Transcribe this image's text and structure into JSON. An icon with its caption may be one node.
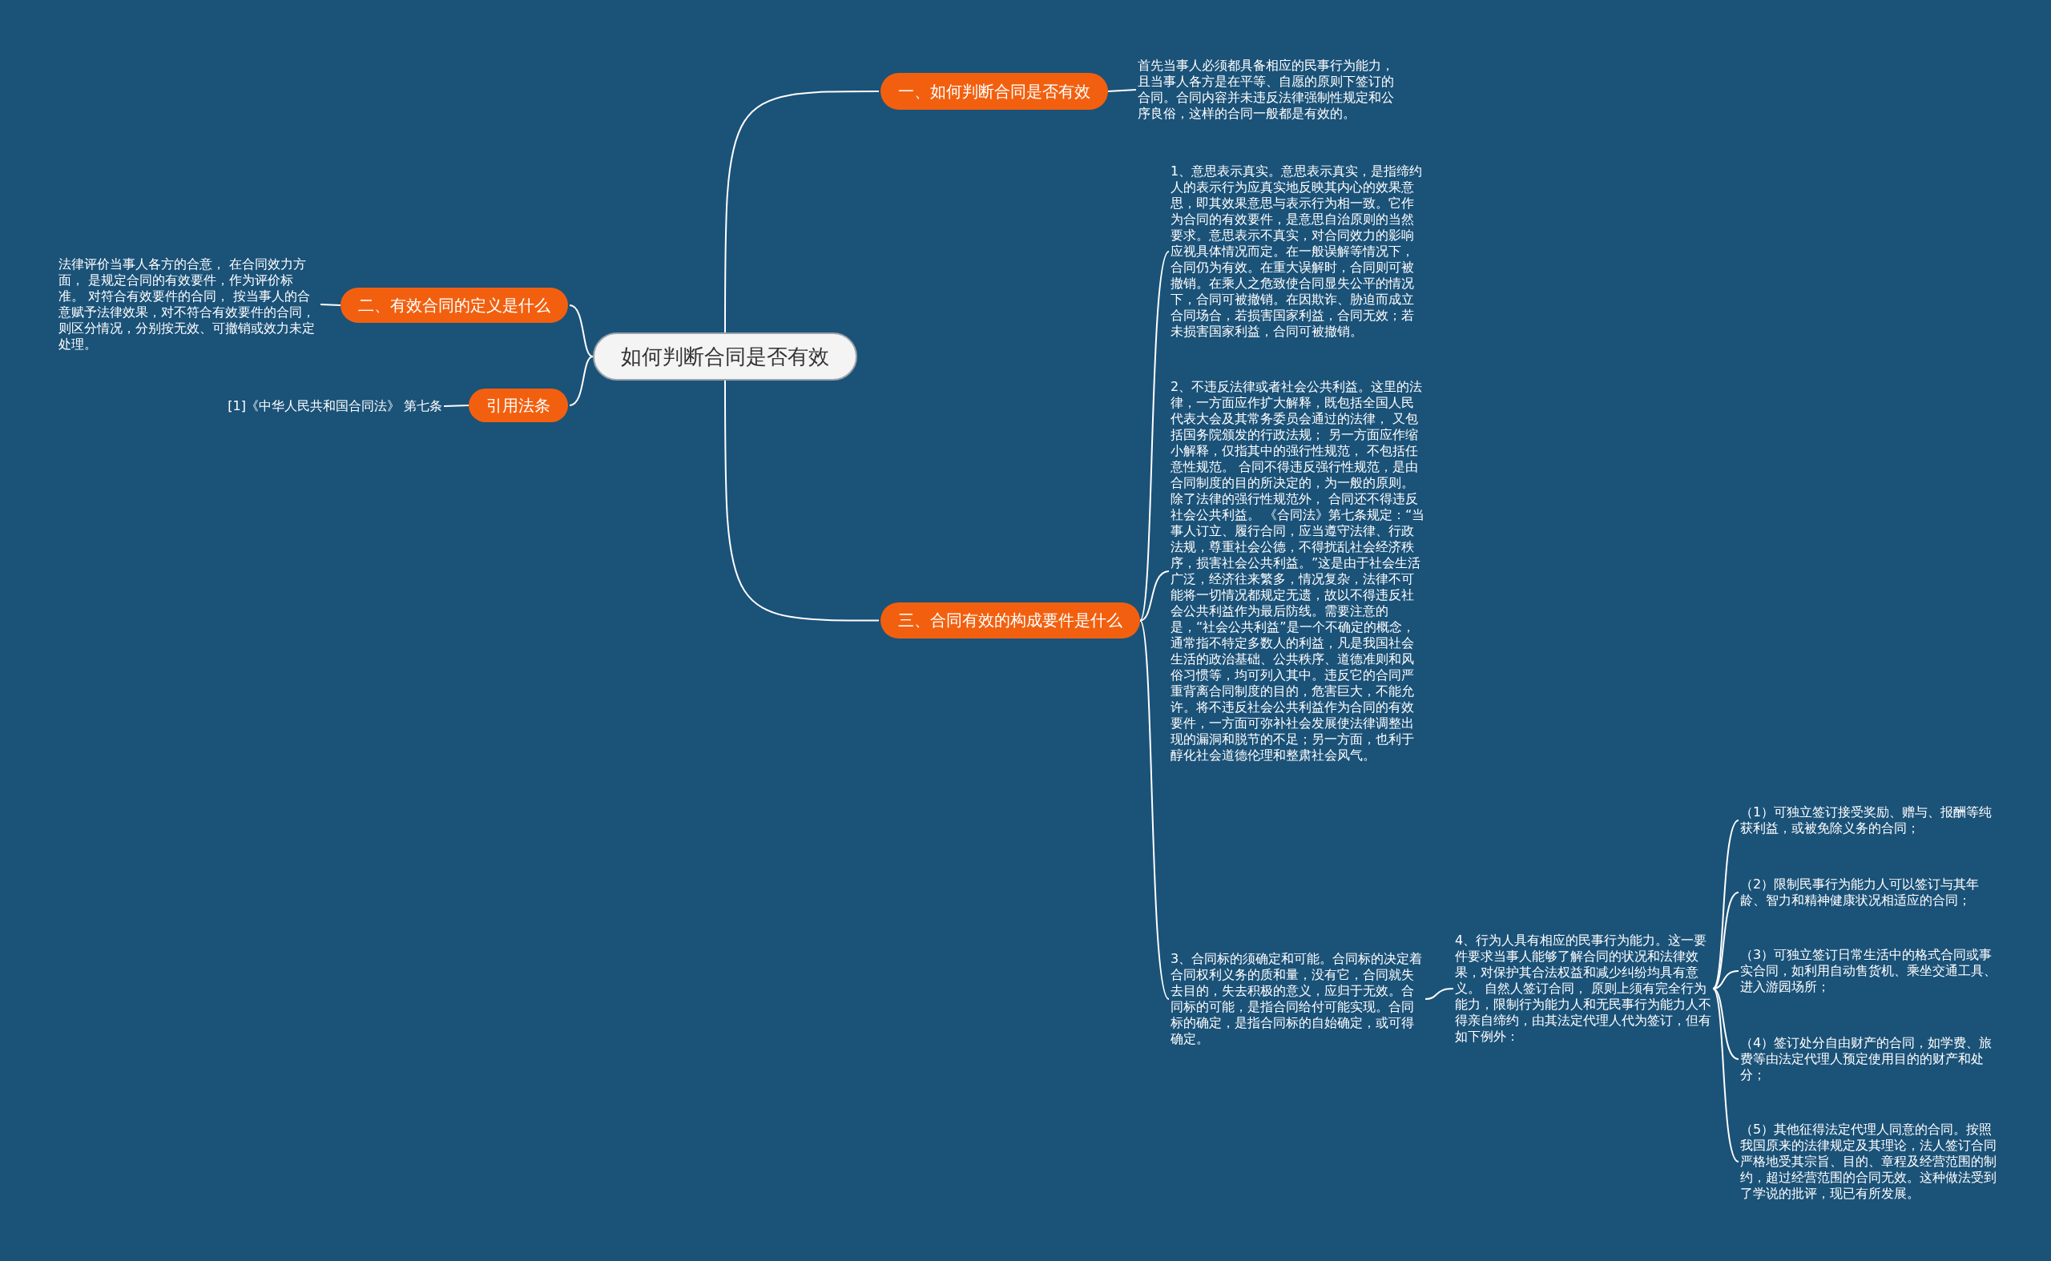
{
  "diagram": {
    "nodes": [
      {
        "text": [
          "如何判断合同是否有效"
        ]
      },
      {
        "text": [
          "一、如何判断合同是否有效"
        ]
      },
      {
        "text": [
          "首先当事人必须都具备相应的民事行为能力，且当事人各方是在平等、自愿的原则下签订的合同。合同内容并未违反法律强制性规定和公序良俗，这样的合同一般都是有效的。"
        ]
      },
      {
        "text": [
          "二、有效合同的定义是什么"
        ]
      },
      {
        "text": [
          "法律评价当事人各方的合意， 在合同效力方面， 是规定合同的有效要件，作为评价标准。 对符合有效要件的合同， 按当事人的合意赋予法律效果，对不符合有效要件的合同，则区分情况，分别按无效、可撤销或效力未定处理。"
        ]
      },
      {
        "text": [
          "引用法条"
        ]
      },
      {
        "text": [
          "[1]《中华人民共和国合同法》 第七条"
        ]
      },
      {
        "text": [
          "三、合同有效的构成要件是什么"
        ]
      },
      {
        "text": [
          "1、意思表示真实。意思表示真实，是指缔约人的表示行为应真实地反映其内心的效果意思，即其效果意思与表示行为相一致。它作为合同的有效要件，是意思自治原则的当然要求。意思表示不真实，对合同效力的影响应视具体情况而定。在一般误解等情况下，合同仍为有效。在重大误解时，合同则可被撤销。在乘人之危致使合同显失公平的情况下，合同可被撤销。在因欺诈、胁迫而成立合同场合，若损害国家利益，合同无效；若未损害国家利益，合同可被撤销。"
        ]
      },
      {
        "text": [
          "2、不违反法律或者社会公共利益。这里的法律，一方面应作扩大解释，既包括全国人民代表大会及其常务委员会通过的法律， 又包括国务院颁发的行政法规； 另一方面应作缩小解释，仅指其中的强行性规范， 不包括任意性规范。 合同不得违反强行性规范，是由合同制度的目的所决定的，为一般的原则。除了法律的强行性规范外， 合同还不得违反社会公共利益。 《合同法》第七条规定：“当事人订立、履行合同，应当遵守法律、行政法规，尊重社会公德，不得扰乱社会经济秩序，损害社会公共利益。”这是由于社会生活广泛，经济往来繁多，情况复杂，法律不可能将一切情况都规定无遗，故以不得违反社会公共利益作为最后防线。需要注意的是，“社会公共利益”是一个不确定的概念，通常指不特定多数人的利益，凡是我国社会生活的政治基础、公共秩序、道德准则和风俗习惯等，均可列入其中。违反它的合同严重背离合同制度的目的，危害巨大，不能允许。将不违反社会公共利益作为合同的有效要件，一方面可弥补社会发展使法律调整出现的漏洞和脱节的不足；另一方面，也利于醇化社会道德伦理和整肃社会风气。"
        ]
      },
      {
        "text": [
          "3、合同标的须确定和可能。合同标的决定着合同权利义务的质和量，没有它，合同就失去目的，失去积极的意义，应归于无效。合同标的可能，是指合同给付可能实现。合同标的确定，是指合同标的自始确定，或可得确定。"
        ]
      },
      {
        "text": [
          "4、行为人具有相应的民事行为能力。这一要件要求当事人能够了解合同的状况和法律效果，对保护其合法权益和减少纠纷均具有意义。 自然人签订合同， 原则上须有完全行为能力，限制行为能力人和无民事行为能力人不得亲自缔约，由其法定代理人代为签订，但有如下例外："
        ]
      },
      {
        "text": [
          "（1）可独立签订接受奖励、赠与、报酬等纯获利益，或被免除义务的合同；"
        ]
      },
      {
        "text": [
          "（2）限制民事行为能力人可以签订与其年龄、智力和精神健康状况相适应的合同；"
        ]
      },
      {
        "text": [
          "（3）可独立签订日常生活中的格式合同或事实合同，如利用自动售货机、乘坐交通工具、进入游园场所；"
        ]
      },
      {
        "text": [
          "（4）签订处分自由财产的合同，如学费、旅费等由法定代理人预定使用目的的财产和处分；"
        ]
      },
      {
        "text": [
          "（5）其他征得法定代理人同意的合同。按照我国原来的法律规定及其理论，法人签订合同严格地受其宗旨、目的、章程及经营范围的制约，超过经营范围的合同无效。这种做法受到了学说的批评，现已有所发展。"
        ]
      }
    ],
    "edges": [
      {
        "from": 0,
        "to": 1,
        "arrow": "none"
      },
      {
        "from": 1,
        "to": 2,
        "arrow": "none"
      },
      {
        "from": 0,
        "to": 3,
        "arrow": "none"
      },
      {
        "from": 3,
        "to": 4,
        "arrow": "none"
      },
      {
        "from": 0,
        "to": 5,
        "arrow": "none"
      },
      {
        "from": 5,
        "to": 6,
        "arrow": "none"
      },
      {
        "from": 0,
        "to": 7,
        "arrow": "none"
      },
      {
        "from": 7,
        "to": 8,
        "arrow": "none"
      },
      {
        "from": 7,
        "to": 9,
        "arrow": "none"
      },
      {
        "from": 7,
        "to": 10,
        "arrow": "none"
      },
      {
        "from": 10,
        "to": 11,
        "arrow": "none"
      },
      {
        "from": 11,
        "to": 12,
        "arrow": "none"
      },
      {
        "from": 11,
        "to": 13,
        "arrow": "none"
      },
      {
        "from": 11,
        "to": 14,
        "arrow": "none"
      },
      {
        "from": 11,
        "to": 15,
        "arrow": "none"
      },
      {
        "from": 11,
        "to": 16,
        "arrow": "none"
      }
    ]
  }
}
